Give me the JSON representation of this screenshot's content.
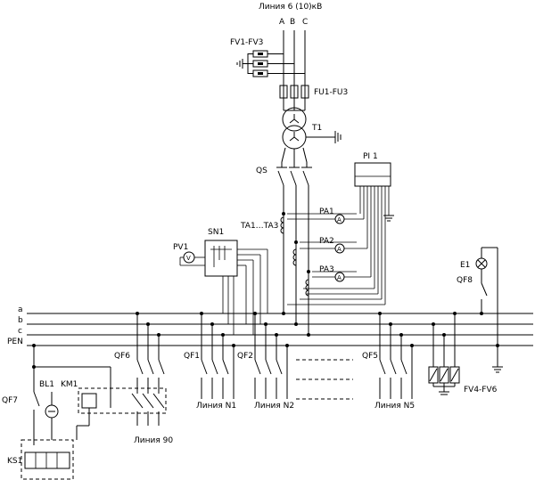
{
  "labels": {
    "line_header": "Линия 6 (10)кВ",
    "phase_a": "A",
    "phase_b": "B",
    "phase_c": "C",
    "fv1_fv3": "FV1-FV3",
    "fu1_fu3": "FU1-FU3",
    "t1": "T1",
    "qs": "QS",
    "pi1": "PI 1",
    "pa1": "PA1",
    "pa2": "PA2",
    "pa3": "PA3",
    "ta1_ta3": "TA1…TA3",
    "sn1": "SN1",
    "pv1": "PV1",
    "e1": "E1",
    "qf8": "QF8",
    "bus_a": "a",
    "bus_b": "b",
    "bus_c": "c",
    "bus_pen": "PEN",
    "qf6": "QF6",
    "qf1": "QF1",
    "qf2": "QF2",
    "qf5": "QF5",
    "qf7": "QF7",
    "bl1": "BL1",
    "km1": "KM1",
    "ks1": "KS1",
    "fv4_fv6": "FV4-FV6",
    "line_n1": "Линия N1",
    "line_n2": "Линия N2",
    "line_n5": "Линия N5",
    "line_90": "Линия 90",
    "ammeter_sym": "A",
    "voltmeter_sym": "V"
  }
}
